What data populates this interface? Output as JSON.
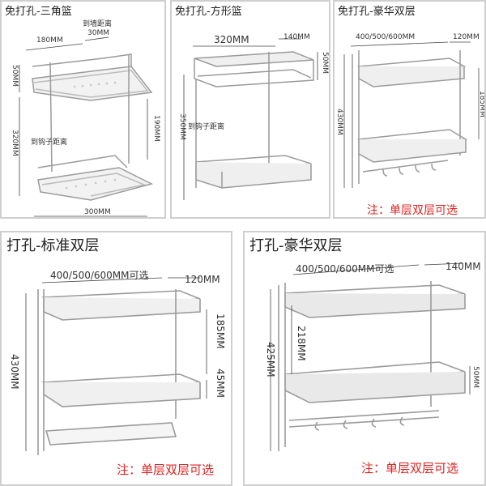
{
  "panels": {
    "p1": {
      "title": "免打孔-三角篮",
      "dims": {
        "d1": "180MM",
        "d2": "到墙距离",
        "d3": "30MM",
        "d4": "50MM",
        "d5": "320MM",
        "d6": "190MM",
        "d7": "到钩子距离",
        "d8": "300MM"
      }
    },
    "p2": {
      "title": "免打孔-方形篮",
      "dims": {
        "d1": "320MM",
        "d2": "140MM",
        "d3": "50MM",
        "d4": "350MM",
        "d5": "到钩子距离"
      }
    },
    "p3": {
      "title": "免打孔-豪华双层",
      "dims": {
        "d1": "400/500/600MM",
        "d2": "120MM",
        "d3": "185MM",
        "d4": "430MM"
      },
      "note": "注：单层双层可选"
    },
    "p4": {
      "title": "打孔-标准双层",
      "dims": {
        "d1": "400/500/600MM可选",
        "d2": "120MM",
        "d3": "185MM",
        "d4": "45MM",
        "d5": "430MM"
      },
      "note": "注：单层双层可选"
    },
    "p5": {
      "title": "打孔-豪华双层",
      "dims": {
        "d1": "400/500/600MM可选",
        "d2": "140MM",
        "d3": "218MM",
        "d4": "425MM",
        "d5": "50MM"
      },
      "note": "注：单层双层可选"
    }
  }
}
